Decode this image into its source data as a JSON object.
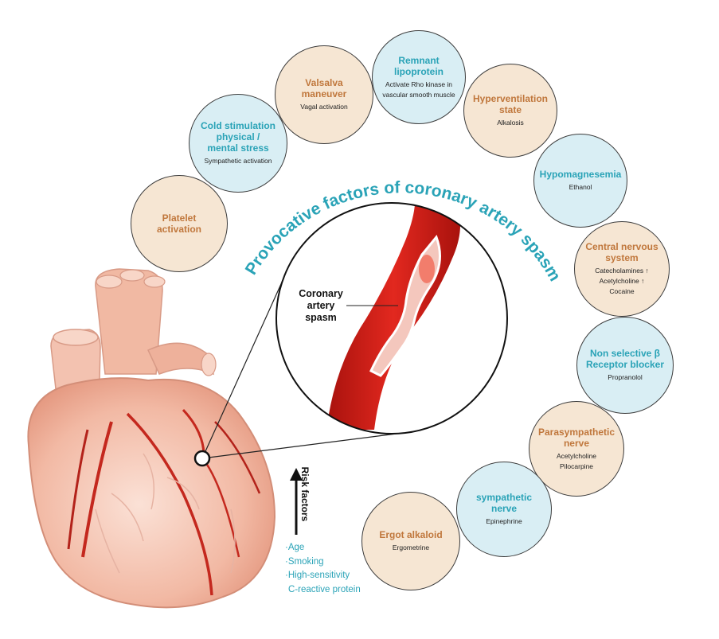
{
  "title": "Provocative factors of coronary artery spasm",
  "colors": {
    "peach_fill": "#f6e6d3",
    "blue_fill": "#d9eef4",
    "peach_text": "#c0773c",
    "blue_text": "#2aa3b7",
    "vessel_red": "#d9241c"
  },
  "inset_label": "Coronary artery\nspasm",
  "risk": {
    "label": "Risk factors",
    "items": [
      "·Age",
      "·Smoking",
      "·High-sensitivity",
      " C-reactive protein"
    ]
  },
  "factors": [
    {
      "id": "platelet",
      "title": "Platelet activation",
      "sub": "",
      "theme": "peach",
      "icon": "circle"
    },
    {
      "id": "cold",
      "title": "Cold stimulation\nphysical /\nmental stress",
      "sub": "Sympathetic activation",
      "theme": "blue",
      "icon": "circle"
    },
    {
      "id": "valsalva",
      "title": "Valsalva maneuver",
      "sub": "Vagal activation",
      "theme": "peach",
      "icon": "circle"
    },
    {
      "id": "remnant",
      "title": "Remnant\nlipoprotein",
      "sub": "Activate Rho kinase in\nvascular smooth muscle",
      "theme": "blue",
      "icon": "circle"
    },
    {
      "id": "hyperventilation",
      "title": "Hyperventilation\nstate",
      "sub": "Alkalosis",
      "theme": "peach",
      "icon": "circle"
    },
    {
      "id": "hypomagnesemia",
      "title": "Hypomagnesemia",
      "sub": "Ethanol",
      "theme": "blue",
      "icon": "circle"
    },
    {
      "id": "cns",
      "title": "Central nervous\nsystem",
      "sub": "Catecholamines ↑\nAcetylcholine ↑\nCocaine",
      "theme": "peach",
      "icon": "circle"
    },
    {
      "id": "beta",
      "title": "Non selective β\nReceptor blocker",
      "sub": "Propranolol",
      "theme": "blue",
      "icon": "circle"
    },
    {
      "id": "parasympathetic",
      "title": "Parasympathetic\nnerve",
      "sub": "Acetylcholine\nPilocarpine",
      "theme": "peach",
      "icon": "circle"
    },
    {
      "id": "sympathetic",
      "title": "sympathetic nerve",
      "sub": "Epinephrine",
      "theme": "blue",
      "icon": "circle"
    },
    {
      "id": "ergot",
      "title": "Ergot alkaloid",
      "sub": "Ergometrine",
      "theme": "peach",
      "icon": "circle"
    }
  ]
}
